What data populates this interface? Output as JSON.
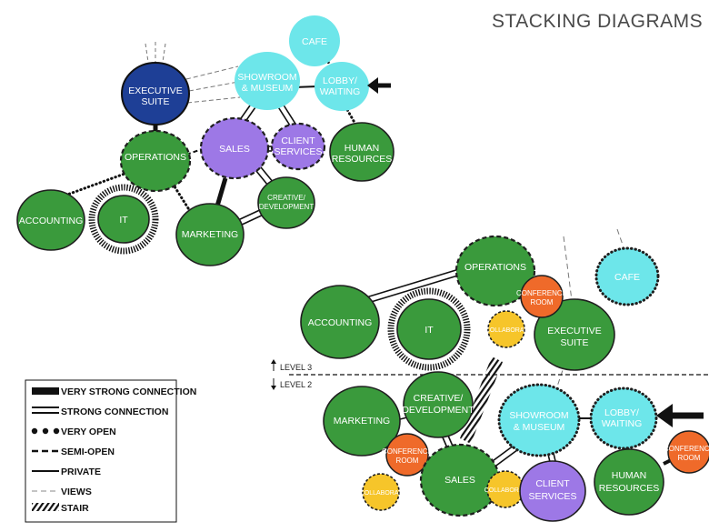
{
  "title": "STACKING DIAGRAMS",
  "colors": {
    "green": "#3a9a3c",
    "cyan": "#6de6ea",
    "purple": "#9d78e6",
    "navy": "#1e3f96",
    "orange": "#ef6a2a",
    "yellow": "#f6c52a"
  },
  "top": {
    "cafe": "CAFE",
    "showroom": [
      "SHOWROOM",
      "& MUSEUM"
    ],
    "lobby": [
      "LOBBY/",
      "WAITING"
    ],
    "executive": [
      "EXECUTIVE",
      "SUITE"
    ],
    "sales": "SALES",
    "client": [
      "CLIENT",
      "SERVICES"
    ],
    "human": [
      "HUMAN",
      "RESOURCES"
    ],
    "operations": "OPERATIONS",
    "accounting": "ACCOUNTING",
    "it": "IT",
    "marketing": "MARKETING",
    "creative": [
      "CREATIVE/",
      "DEVELOPMENT"
    ]
  },
  "stack": {
    "level3": "LEVEL 3",
    "level2": "LEVEL 2",
    "operations": "OPERATIONS",
    "conference": [
      "CONFERENCE",
      "ROOM"
    ],
    "cafe": "CAFE",
    "accounting": "ACCOUNTING",
    "it": "IT",
    "collaborate": "COLLABORAT",
    "executive": [
      "EXECUTIVE",
      "SUITE"
    ],
    "creative": [
      "CREATIVE/",
      "DEVELOPMENT"
    ],
    "marketing": "MARKETING",
    "showroom": [
      "SHOWROOM",
      "& MUSEUM"
    ],
    "lobby": [
      "LOBBY/",
      "WAITING"
    ],
    "conference2": [
      "CONFERENCE",
      "ROOM"
    ],
    "conference3": [
      "CONFERENCE",
      "ROOM"
    ],
    "sales": "SALES",
    "client": [
      "CLIENT",
      "SERVICES"
    ],
    "human": [
      "HUMAN",
      "RESOURCES"
    ],
    "collaborate2": "COLLABORAT",
    "collaborate3": "COLLABORAT"
  },
  "legend": {
    "very_strong": "VERY STRONG CONNECTION",
    "strong": "STRONG CONNECTION",
    "very_open": "VERY OPEN",
    "semi_open": "SEMI-OPEN",
    "private": "PRIVATE",
    "views": "VIEWS",
    "stair": "STAIR"
  }
}
